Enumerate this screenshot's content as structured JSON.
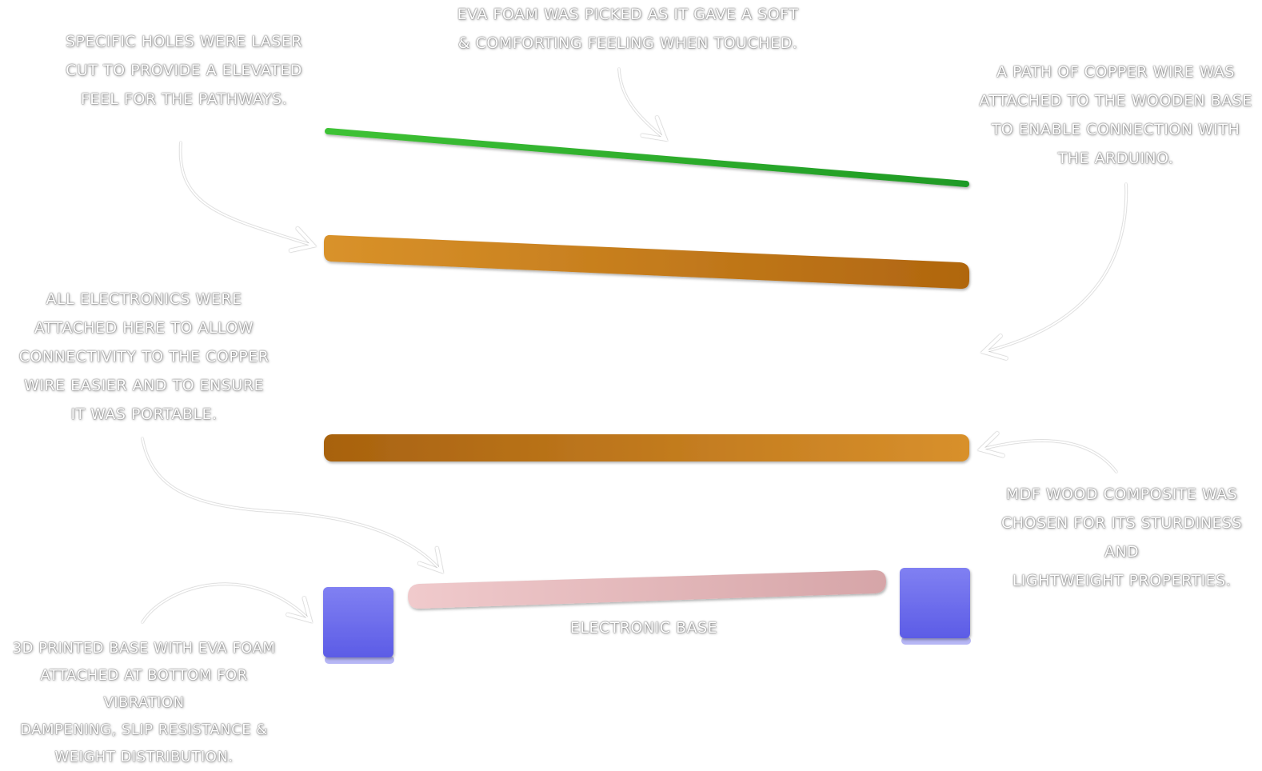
{
  "annotations": {
    "holes": "SPECIFIC HOLES WERE LASER\nCUT TO PROVIDE A ELEVATED\nFEEL FOR THE PATHWAYS.",
    "eva_foam": "EVA FOAM WAS PICKED AS IT GAVE A  SOFT\n& COMFORTING FEELING WHEN TOUCHED.",
    "copper_wire": "A PATH OF COPPER WIRE WAS\nATTACHED TO THE WOODEN BASE\nTO ENABLE CONNECTION WITH\nTHE ARDUINO.",
    "electronics": "ALL ELECTRONICS WERE\nATTACHED HERE TO ALLOW\nCONNECTIVITY TO THE COPPER\nWIRE EASIER AND TO ENSURE\nIT WAS PORTABLE.",
    "mdf": "MDF WOOD COMPOSITE WAS\nCHOSEN FOR ITS STURDINESS AND\nLIGHTWEIGHT PROPERTIES.",
    "base_3d": "3D PRINTED BASE WITH EVA FOAM\nATTACHED AT BOTTOM FOR VIBRATION\nDAMPENING, SLIP RESISTANCE &\nWEIGHT DISTRIBUTION."
  },
  "labels": {
    "electronic_base": "ELECTRONIC BASE"
  },
  "colors": {
    "eva_foam_layer": "#2fb52a",
    "wood_layer_light": "#d9922a",
    "wood_layer_dark": "#b0660f",
    "copper_wire_path": "#e6d52a",
    "electronic_base": "#e8c2c4",
    "printed_feet": "#6f6ff0",
    "annotation_text": "#ffffff"
  }
}
